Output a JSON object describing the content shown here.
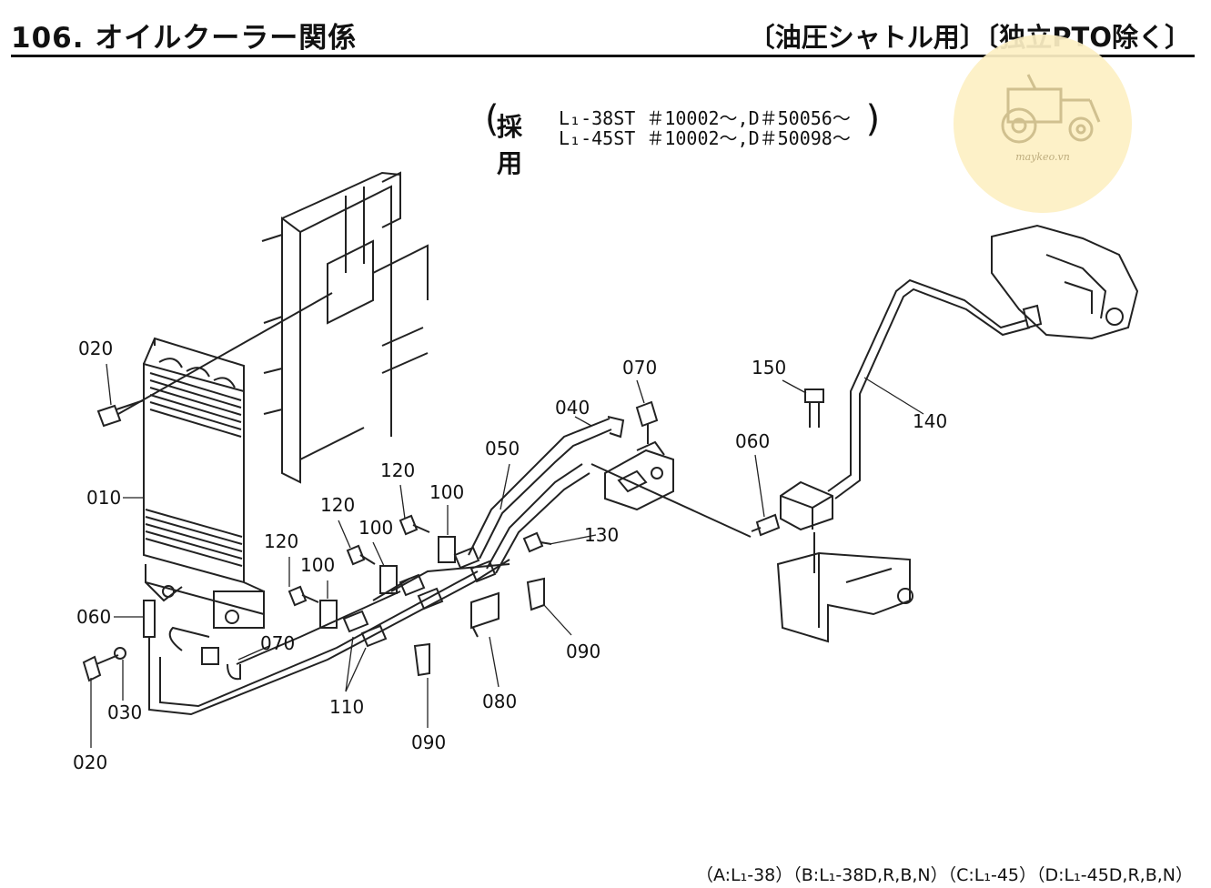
{
  "header": {
    "title": "106. オイルクーラー関係",
    "subtitle": "〔油圧シャトル用〕〔独立PTO除く〕"
  },
  "adoption": {
    "label": "採用",
    "line1": "L₁-38ST ＃10002〜,D＃50056〜",
    "line2": "L₁-45ST ＃10002〜,D＃50098〜"
  },
  "parts": {
    "p010": "010",
    "p020a": "020",
    "p020b": "020",
    "p030": "030",
    "p040": "040",
    "p050": "050",
    "p060a": "060",
    "p060b": "060",
    "p070a": "070",
    "p070b": "070",
    "p080": "080",
    "p090a": "090",
    "p090b": "090",
    "p100a": "100",
    "p100b": "100",
    "p100c": "100",
    "p110": "110",
    "p120a": "120",
    "p120b": "120",
    "p120c": "120",
    "p130": "130",
    "p140": "140",
    "p150": "150"
  },
  "footer": {
    "models": "（A:L₁-38）（B:L₁-38D,R,B,N）（C:L₁-45）（D:L₁-45D,R,B,N）"
  },
  "watermark": {
    "text": "maykeo.vn",
    "icon": "tractor-icon"
  }
}
